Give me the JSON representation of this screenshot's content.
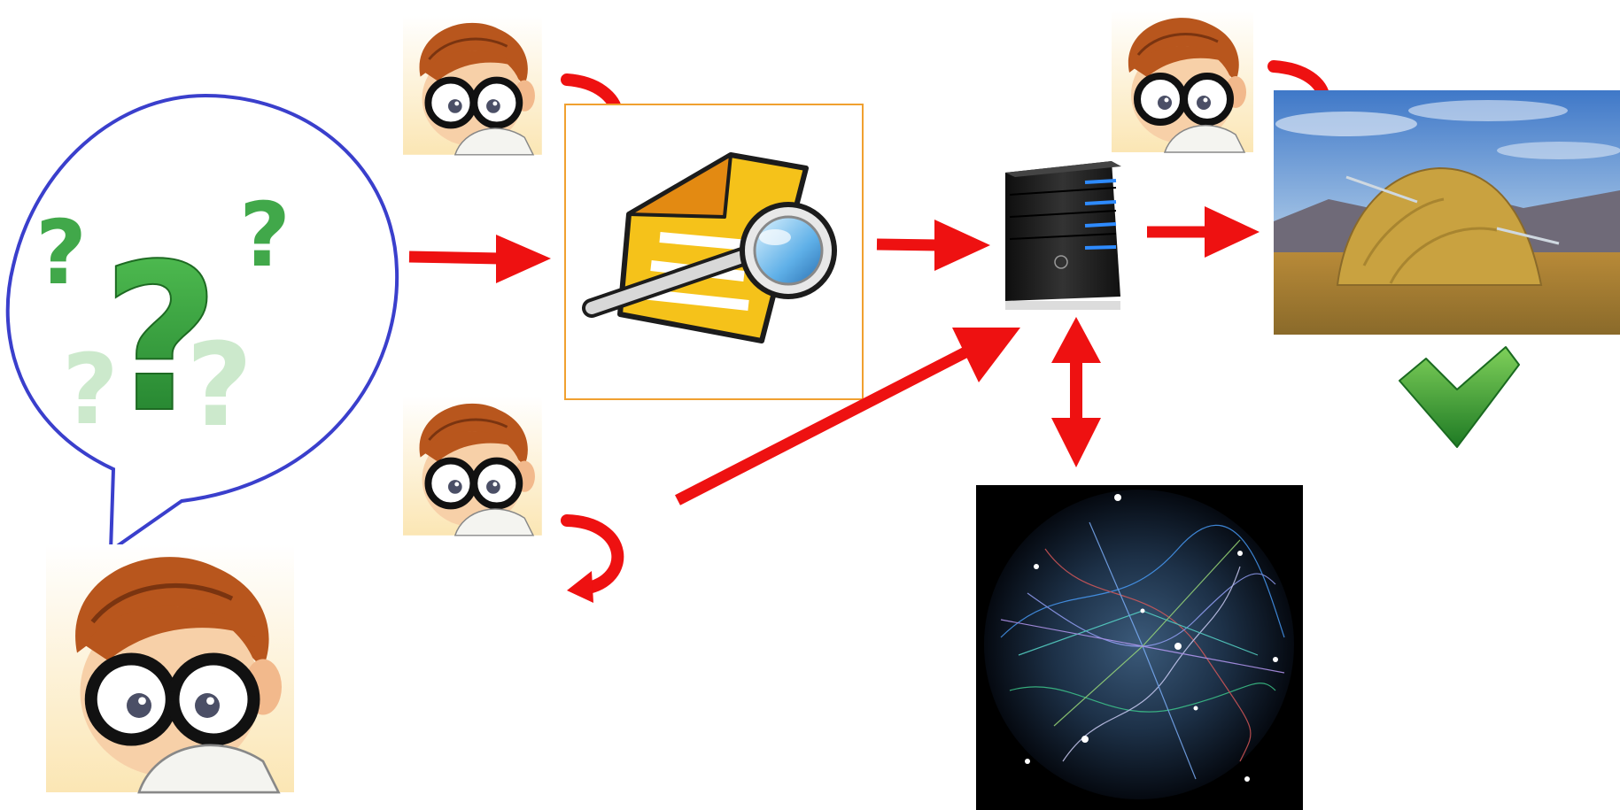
{
  "diagram": {
    "nodes": [
      {
        "id": "thinking-person",
        "icon": "nerd-with-glasses",
        "role": "asker"
      },
      {
        "id": "question-marks",
        "icon": "question-marks-icon"
      },
      {
        "id": "nerd-top",
        "icon": "nerd-with-glasses"
      },
      {
        "id": "nerd-bottom",
        "icon": "nerd-with-glasses"
      },
      {
        "id": "search-document",
        "icon": "document-search-icon"
      },
      {
        "id": "server",
        "icon": "server-tower-icon"
      },
      {
        "id": "nerd-right",
        "icon": "nerd-with-glasses"
      },
      {
        "id": "haystack",
        "icon": "needle-in-haystack-photo"
      },
      {
        "id": "checkmark",
        "icon": "check-icon"
      },
      {
        "id": "network-graph",
        "icon": "internet-map-image"
      }
    ],
    "edges": [
      {
        "from": "question-marks",
        "to": "search-document",
        "style": "arrow"
      },
      {
        "from": "search-document",
        "to": "server",
        "style": "arrow"
      },
      {
        "from": "nerd-bottom",
        "to": "server",
        "style": "arrow"
      },
      {
        "from": "server",
        "to": "haystack",
        "style": "arrow"
      },
      {
        "from": "server",
        "to": "network-graph",
        "style": "double-arrow"
      }
    ]
  },
  "colors": {
    "arrow": "#ee1111",
    "bubble_outline": "#3a3fcc",
    "frame_outline": "#f0a030",
    "question_green": "#2e9a3a",
    "check_green": "#3aa332",
    "doc_yellow": "#f5c21a",
    "doc_orange": "#e38a12",
    "server_black": "#1c1c1c",
    "server_blue": "#2e8bff",
    "sky_blue": "#6f9fd6",
    "hay": "#c9a240",
    "skin": "#f7d0a8",
    "hair": "#b8561d"
  }
}
